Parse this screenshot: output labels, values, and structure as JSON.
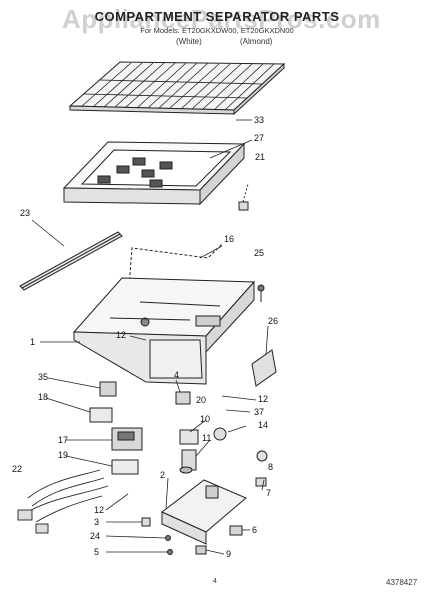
{
  "header": {
    "title": "COMPARTMENT SEPARATOR PARTS",
    "model_line": "For Models: ET20GKXDW00, ET20GKXDN00",
    "variant_white": "(White)",
    "variant_almond": "(Almond)"
  },
  "watermark": "AppliancePartsPros.com",
  "footer": {
    "page_number": "4",
    "document_number": "4378427"
  },
  "callouts": {
    "p33": "33",
    "p27": "27",
    "p21": "21",
    "p23": "23",
    "p16": "16",
    "p25": "25",
    "p1": "1",
    "p12a": "12",
    "p26": "26",
    "p35": "35",
    "p4": "4",
    "p12b": "12",
    "p18": "18",
    "p20": "20",
    "p37": "37",
    "p10": "10",
    "p14": "14",
    "p17": "17",
    "p11": "11",
    "p19": "19",
    "p8": "8",
    "p22": "22",
    "p2": "2",
    "p7": "7",
    "p12c": "12",
    "p3": "3",
    "p6": "6",
    "p24": "24",
    "p5": "5",
    "p9": "9"
  }
}
